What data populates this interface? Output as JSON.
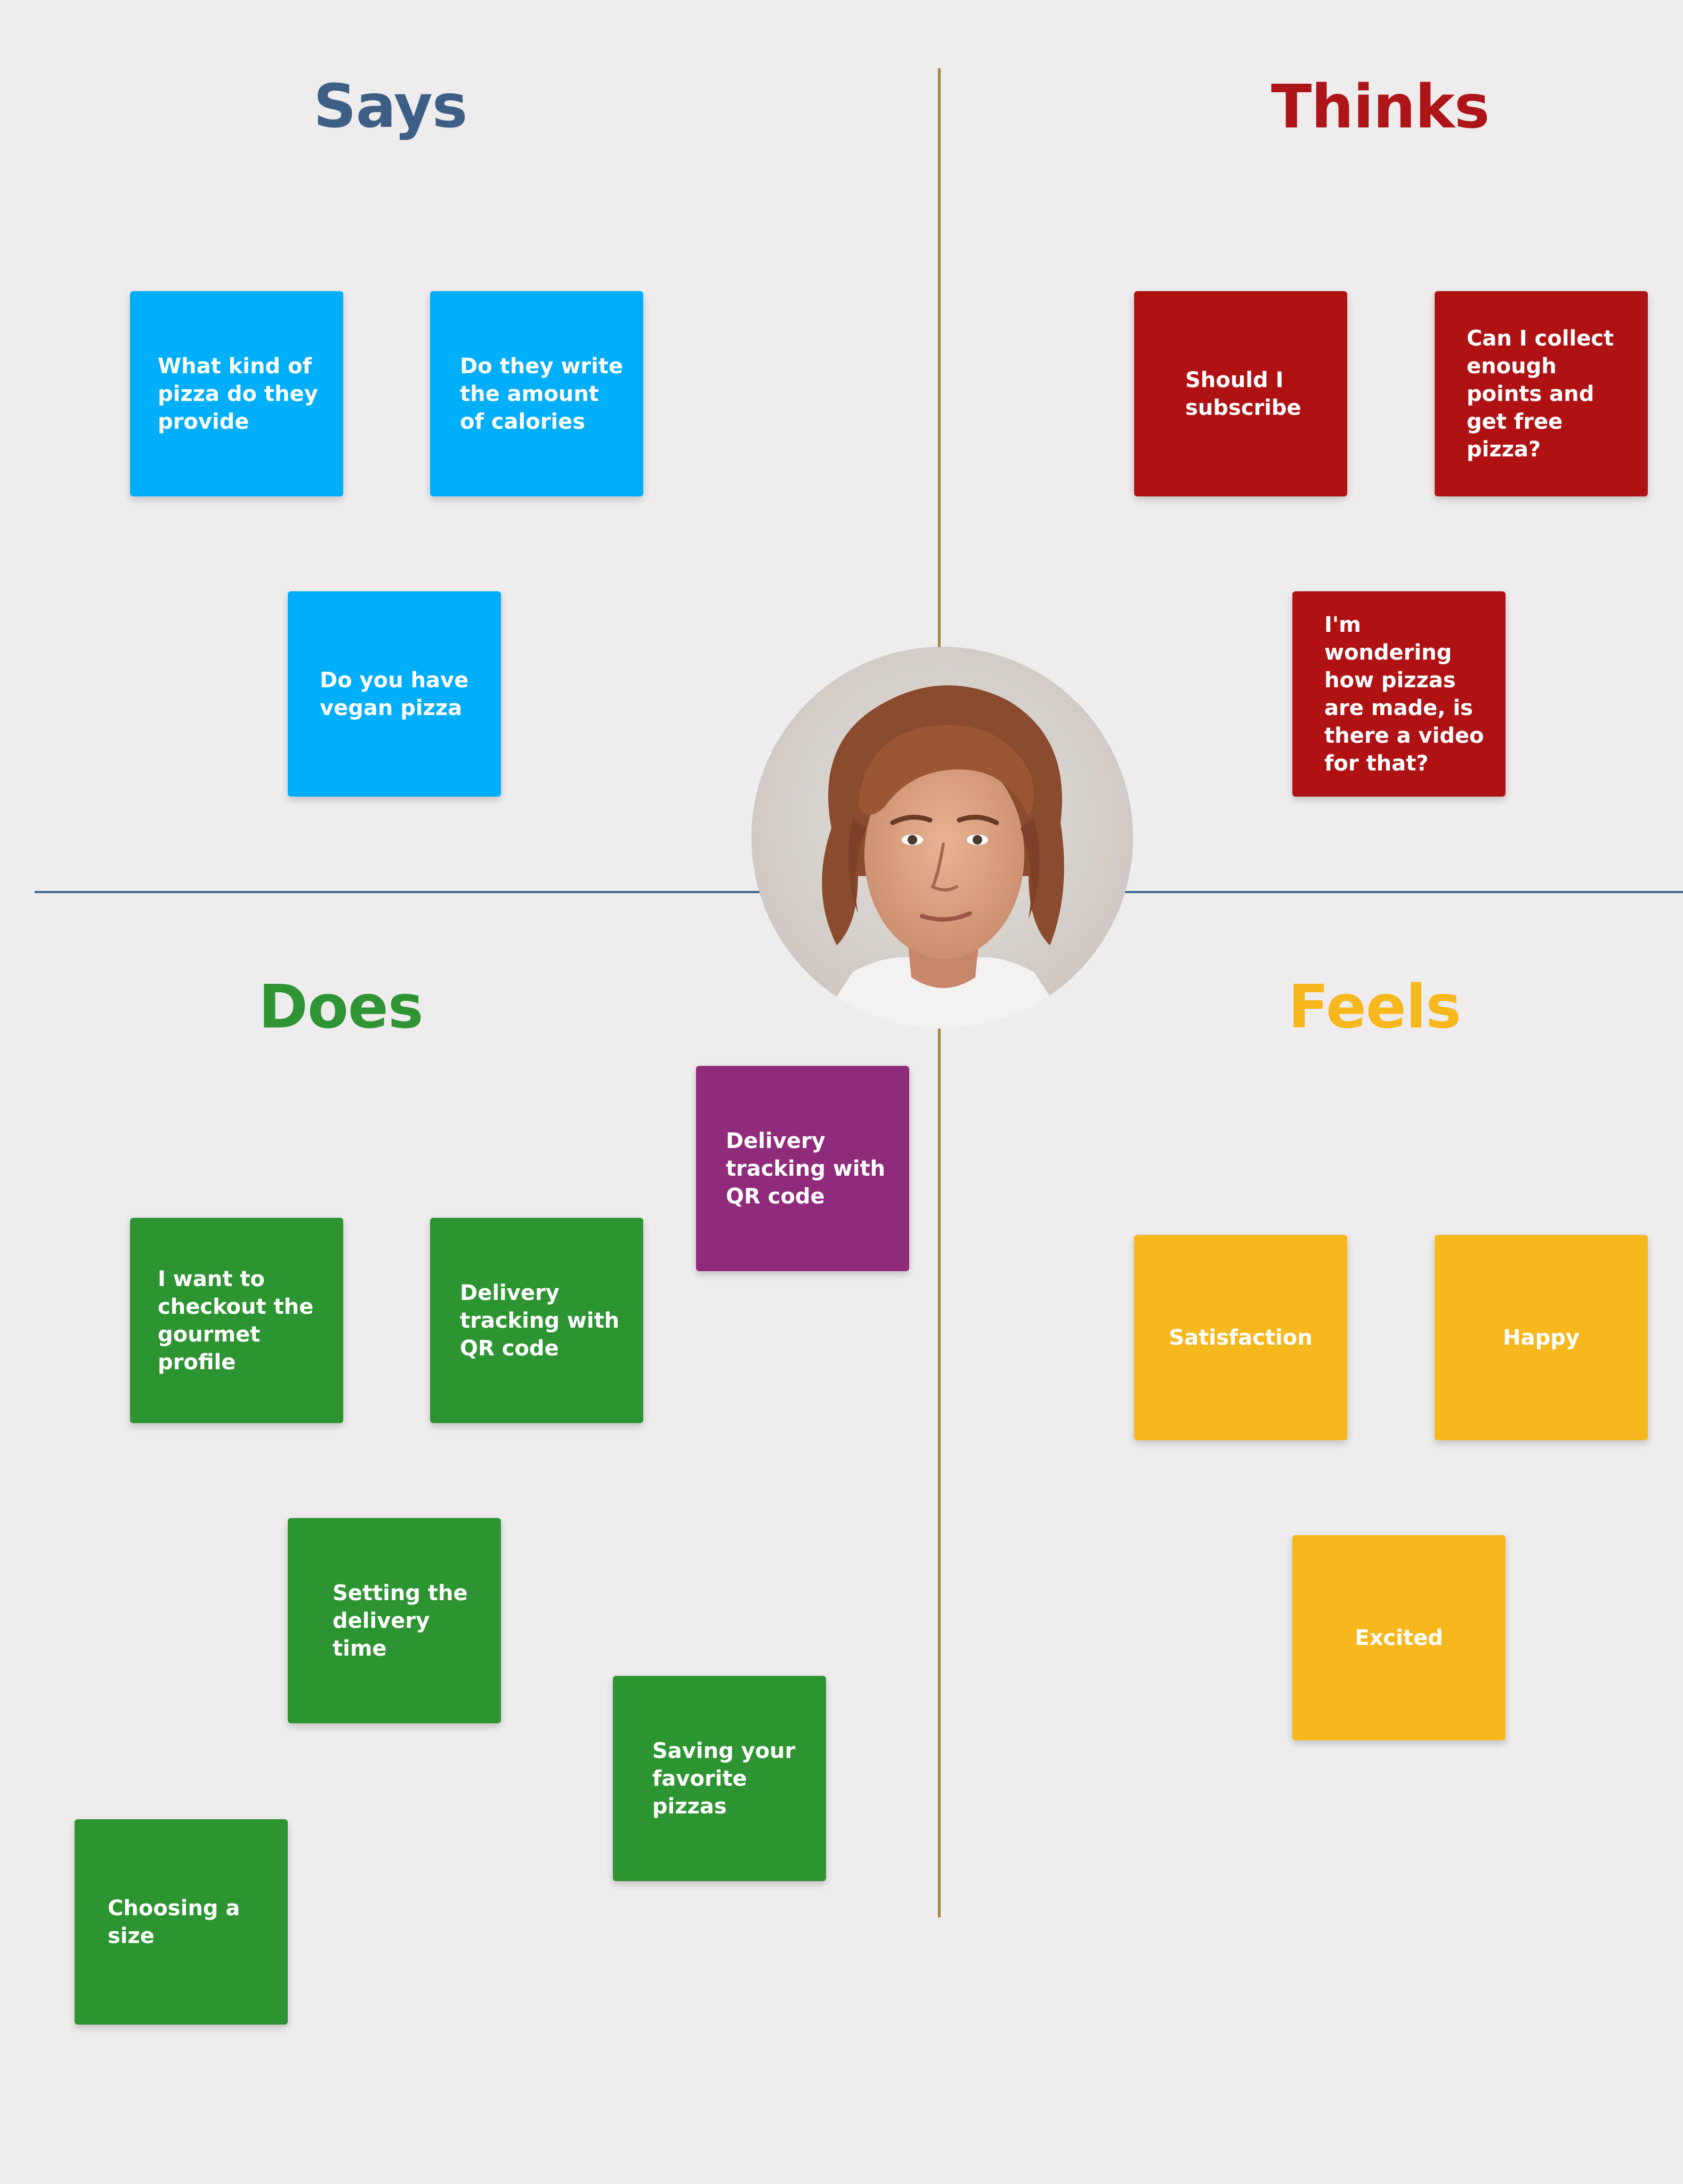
{
  "headings": {
    "says": "Says",
    "thinks": "Thinks",
    "does": "Does",
    "feels": "Feels"
  },
  "says_notes": [
    "What kind of pizza do they provide",
    "Do they write the amount of calories",
    "Do you have vegan pizza"
  ],
  "thinks_notes": [
    "Should I subscribe",
    "Can I collect enough points and get free pizza?",
    "I'm wondering how pizzas are made, is there a video for that?"
  ],
  "does_notes": [
    "Delivery tracking with QR code",
    "I want to checkout the gourmet profile",
    "Delivery tracking with QR code",
    "Setting the delivery time",
    "Saving your favorite pizzas",
    "Choosing a size"
  ],
  "feels_notes": [
    "Satisfaction",
    "Happy",
    "Excited"
  ],
  "colors": {
    "says_heading": "#3d5f86",
    "thinks_heading": "#ae1518",
    "does_heading": "#2e9434",
    "feels_heading": "#f6b81c",
    "says_note": "#00aef9",
    "thinks_note": "#b01214",
    "does_note": "#2d9432",
    "does_highlight_note": "#902a7a",
    "feels_note": "#f6b81c",
    "vertical_divider": "#a2853a",
    "horizontal_divider": "#3a6594",
    "background": "#eeeced"
  },
  "avatar": {
    "icon": "person-portrait-photo"
  }
}
